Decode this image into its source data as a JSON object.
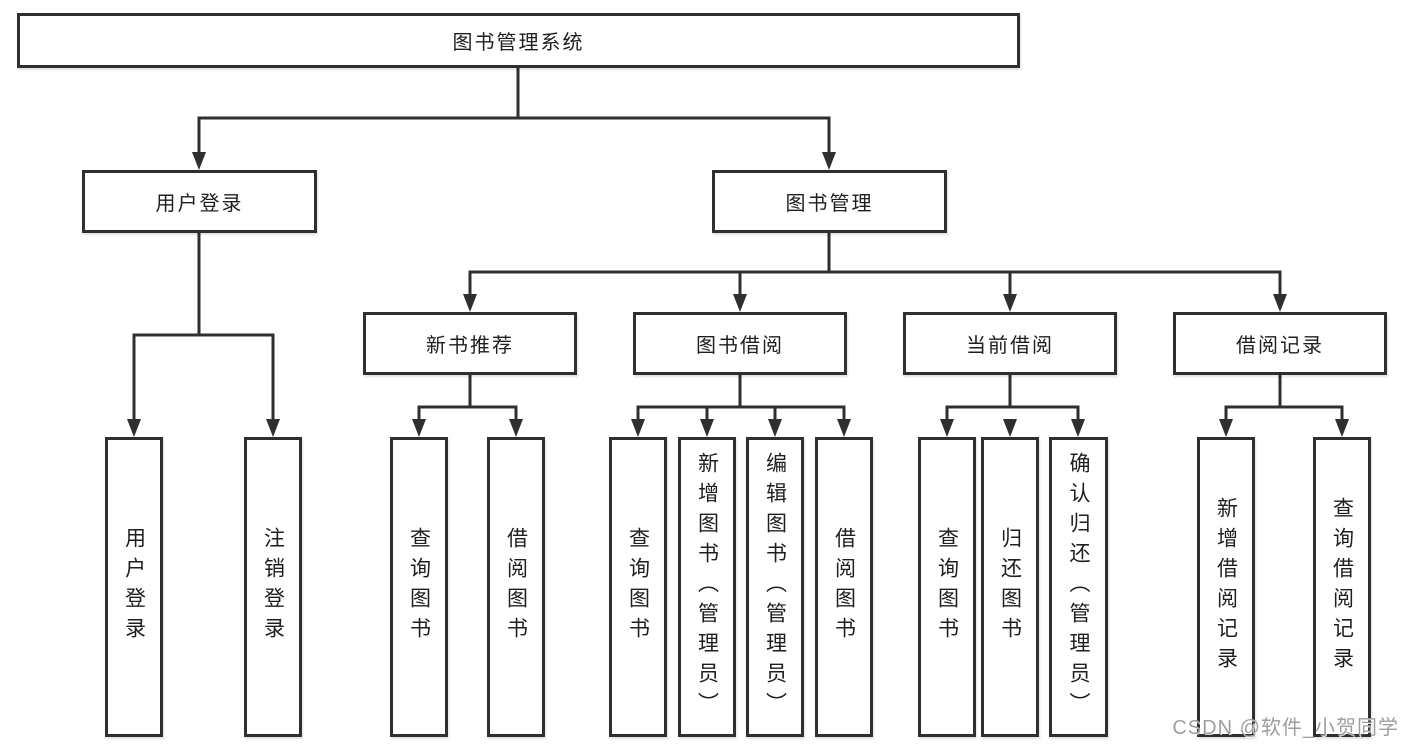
{
  "diagram": {
    "root": {
      "label": "图书管理系统"
    },
    "branches": [
      {
        "label": "用户登录",
        "children": [
          {
            "label": "用户登录"
          },
          {
            "label": "注销登录"
          }
        ]
      },
      {
        "label": "图书管理",
        "children": [
          {
            "label": "新书推荐",
            "children": [
              {
                "label": "查询图书"
              },
              {
                "label": "借阅图书"
              }
            ]
          },
          {
            "label": "图书借阅",
            "children": [
              {
                "label": "查询图书"
              },
              {
                "label": "新增图书（管理员）"
              },
              {
                "label": "编辑图书（管理员）"
              },
              {
                "label": "借阅图书"
              }
            ]
          },
          {
            "label": "当前借阅",
            "children": [
              {
                "label": "查询图书"
              },
              {
                "label": "归还图书"
              },
              {
                "label": "确认归还（管理员）"
              }
            ]
          },
          {
            "label": "借阅记录",
            "children": [
              {
                "label": "新增借阅记录"
              },
              {
                "label": "查询借阅记录"
              }
            ]
          }
        ]
      }
    ],
    "watermark": "CSDN @软件_小贺同学",
    "colors": {
      "ink": "#2f2f2f",
      "text": "#1f1f1f",
      "watermark": "#9e9e9e",
      "background": "#ffffff"
    }
  }
}
